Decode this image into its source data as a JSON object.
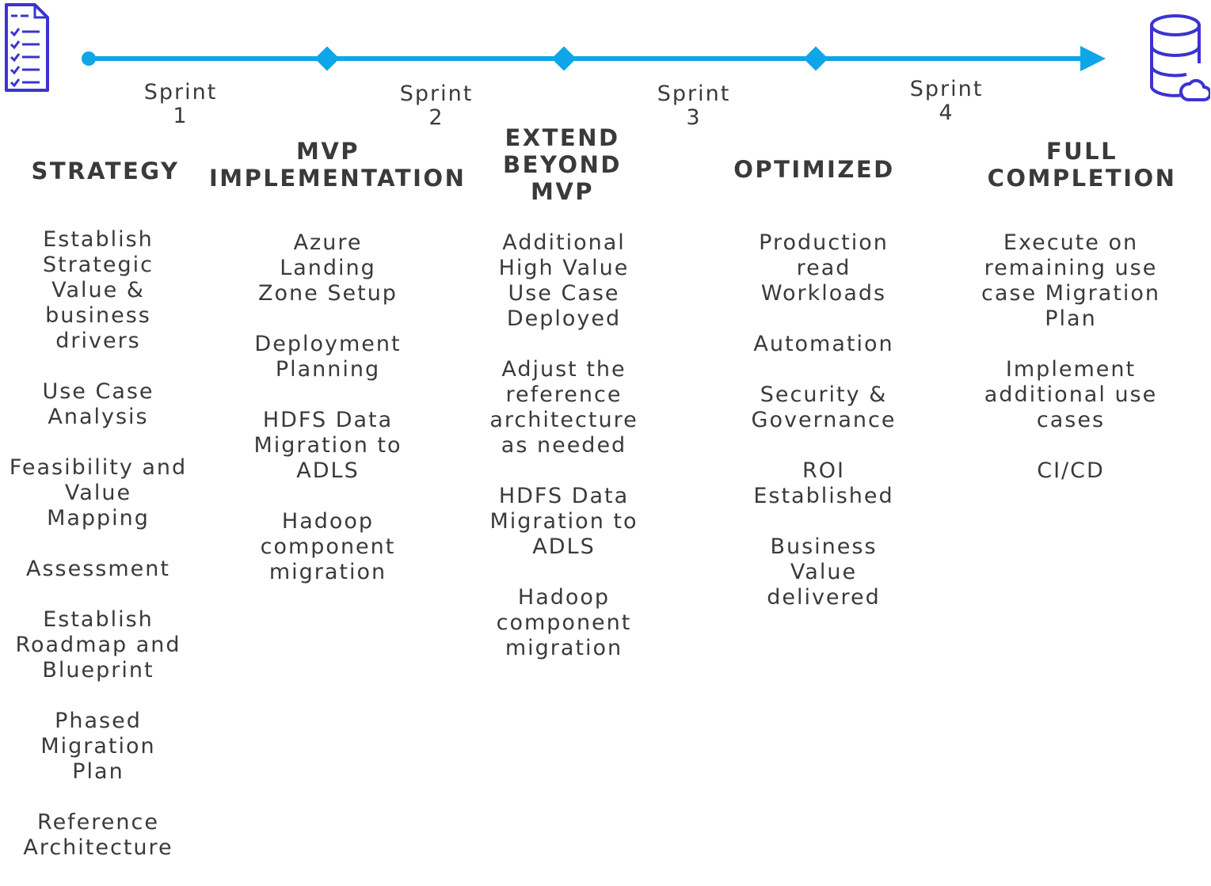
{
  "timeline": {
    "start_icon": "checklist-document-icon",
    "end_icon": "database-cloud-icon",
    "accent_color": "#0ea5e9",
    "icon_color": "#3b33d1",
    "sprints": [
      {
        "label": "Sprint",
        "number": "1"
      },
      {
        "label": "Sprint",
        "number": "2"
      },
      {
        "label": "Sprint",
        "number": "3"
      },
      {
        "label": "Sprint",
        "number": "4"
      }
    ]
  },
  "phases": [
    {
      "title_lines": [
        "STRATEGY"
      ],
      "items": [
        [
          "Establish",
          "Strategic",
          "Value &",
          "business",
          "drivers"
        ],
        [
          "Use Case",
          "Analysis"
        ],
        [
          "Feasibility and",
          "Value",
          "Mapping"
        ],
        [
          "Assessment"
        ],
        [
          "Establish",
          "Roadmap and",
          "Blueprint"
        ],
        [
          "Phased",
          "Migration",
          "Plan"
        ],
        [
          "Reference",
          "Architecture"
        ]
      ]
    },
    {
      "title_lines": [
        "MVP",
        "IMPLEMENTATION"
      ],
      "items": [
        [
          "Azure",
          "Landing",
          "Zone Setup"
        ],
        [
          "Deployment",
          "Planning"
        ],
        [
          "HDFS Data",
          "Migration to",
          "ADLS"
        ],
        [
          "Hadoop",
          "component",
          "migration"
        ]
      ]
    },
    {
      "title_lines": [
        "EXTEND",
        "BEYOND",
        "MVP"
      ],
      "items": [
        [
          "Additional",
          "High Value",
          "Use Case",
          "Deployed"
        ],
        [
          "Adjust the",
          "reference",
          "architecture",
          "as needed"
        ],
        [
          "HDFS Data",
          "Migration to",
          "ADLS"
        ],
        [
          "Hadoop",
          "component",
          "migration"
        ]
      ]
    },
    {
      "title_lines": [
        "OPTIMIZED"
      ],
      "items": [
        [
          "Production",
          "read",
          "Workloads"
        ],
        [
          "Automation"
        ],
        [
          "Security &",
          "Governance"
        ],
        [
          "ROI",
          "Established"
        ],
        [
          "Business",
          "Value",
          "delivered"
        ]
      ]
    },
    {
      "title_lines": [
        "FULL",
        "COMPLETION"
      ],
      "items": [
        [
          "Execute on",
          "remaining use",
          "case Migration",
          "Plan"
        ],
        [
          "Implement",
          "additional use",
          "cases"
        ],
        [
          "CI/CD"
        ]
      ]
    }
  ]
}
